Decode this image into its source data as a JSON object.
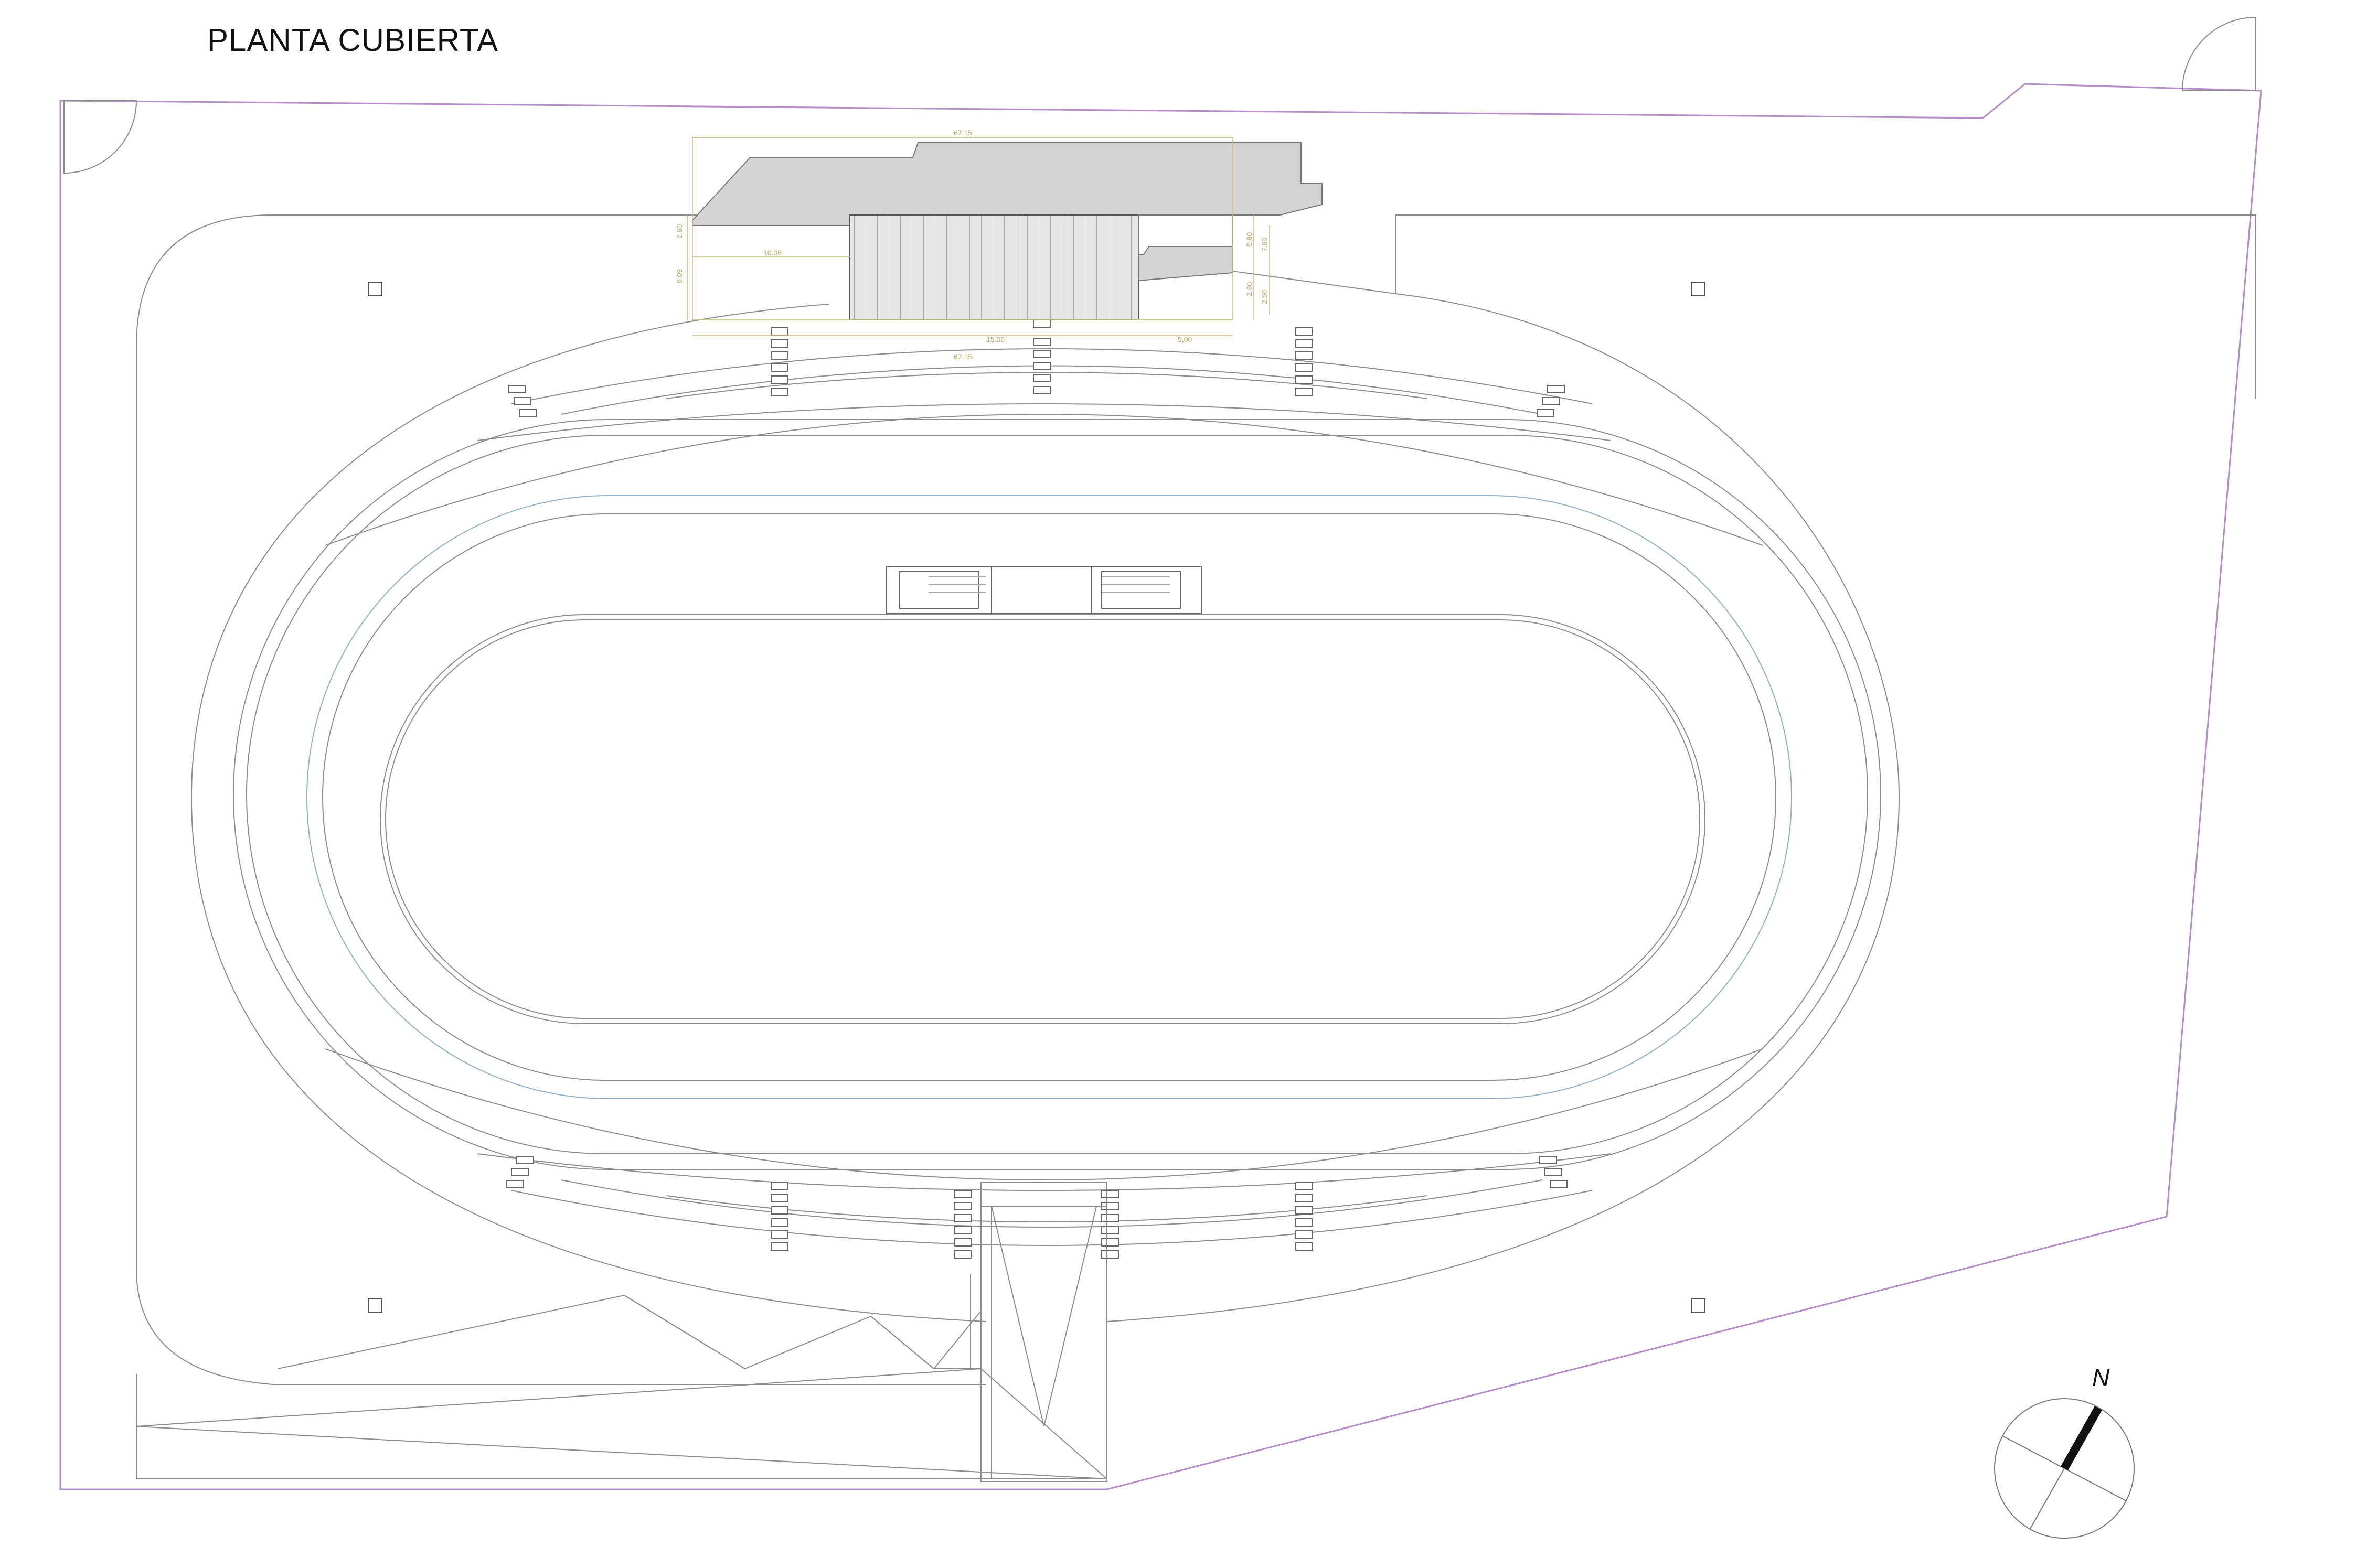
{
  "title": "PLANTA CUBIERTA",
  "north_label": "N",
  "dimensions": {
    "top_width": "67.15",
    "mid_width": "10.06",
    "inner_width": "15.06",
    "side_width": "5.00",
    "bottom_width": "67.15",
    "left_height_a": "6.60",
    "left_height_b": "6.09",
    "right_height_a": "5.80",
    "right_height_b": "7.80",
    "right_height_c": "2.80",
    "right_height_d": "2.50"
  },
  "colors": {
    "site_boundary": "#b48cc8",
    "lines": "#8c8c8c",
    "roof_fill": "#d4d4d4",
    "track_inner_blue": "#8fb0c8",
    "dimension": "#b8a860"
  }
}
